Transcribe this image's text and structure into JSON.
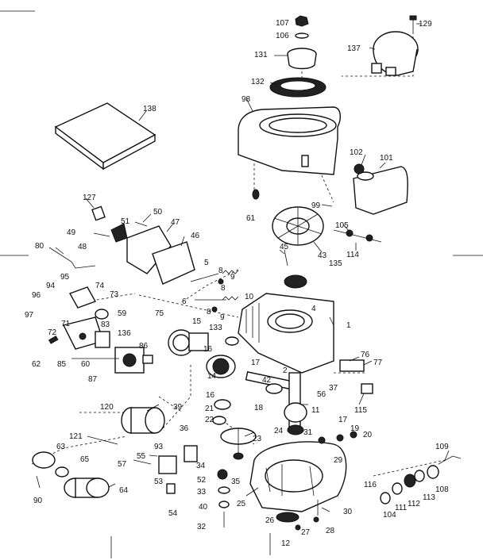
{
  "diagram": {
    "labels": {
      "p1": "1",
      "p2": "2",
      "p4": "4",
      "p5": "5",
      "p6": "6",
      "p8a": "8",
      "p8b": "8",
      "p8c": "8",
      "p9a": "9",
      "p9b": "9",
      "p10": "10",
      "p11": "11",
      "p12": "12",
      "p14": "14",
      "p15": "15",
      "p16a": "16",
      "p16b": "16",
      "p17a": "17",
      "p17b": "17",
      "p18": "18",
      "p19": "19",
      "p20": "20",
      "p21": "21",
      "p22": "22",
      "p23": "23",
      "p24": "24",
      "p25": "25",
      "p26": "26",
      "p27": "27",
      "p28": "28",
      "p29": "29",
      "p30": "30",
      "p31": "31",
      "p32": "32",
      "p33": "33",
      "p34": "34",
      "p35": "35",
      "p36": "36",
      "p37": "37",
      "p39": "39",
      "p40": "40",
      "p42": "42",
      "p43": "43",
      "p45": "45",
      "p46": "46",
      "p47": "47",
      "p48": "48",
      "p49": "49",
      "p50": "50",
      "p51": "51",
      "p52": "52",
      "p53": "53",
      "p54": "54",
      "p55": "55",
      "p56": "56",
      "p57": "57",
      "p59": "59",
      "p60": "60",
      "p61": "61",
      "p62": "62",
      "p63": "63",
      "p64": "64",
      "p65": "65",
      "p71": "71",
      "p72": "72",
      "p73": "73",
      "p74": "74",
      "p75": "75",
      "p76": "76",
      "p77": "77",
      "p80": "80",
      "p83": "83",
      "p85": "85",
      "p86": "86",
      "p87": "87",
      "p90": "90",
      "p93": "93",
      "p94": "94",
      "p95": "95",
      "p96": "96",
      "p97": "97",
      "p98": "98",
      "p99": "99",
      "p101": "101",
      "p102": "102",
      "p104": "104",
      "p105": "105",
      "p106": "106",
      "p107": "107",
      "p108": "108",
      "p109": "109",
      "p111": "111",
      "p112": "112",
      "p113": "113",
      "p114": "114",
      "p115": "115",
      "p116": "116",
      "p120": "120",
      "p121": "121",
      "p127": "127",
      "p129": "129",
      "p131": "131",
      "p132": "132",
      "p133": "133",
      "p135": "135",
      "p136": "136",
      "p137": "137",
      "p138": "138"
    }
  }
}
